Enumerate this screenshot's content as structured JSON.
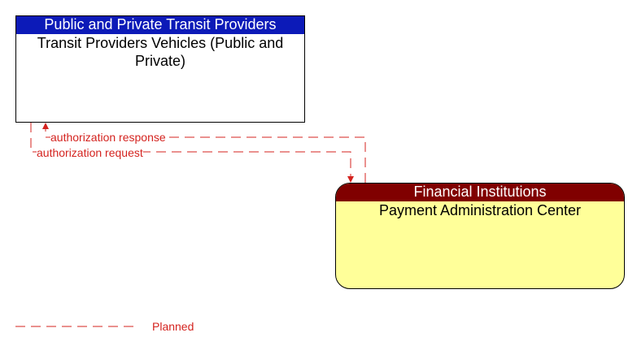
{
  "nodes": {
    "transit_vehicles": {
      "category": "Public and Private Transit Providers",
      "name": "Transit Providers Vehicles (Public and Private)",
      "header_color": "#0c1ab8"
    },
    "payment_center": {
      "category": "Financial Institutions",
      "name": "Payment Administration Center",
      "header_color": "#800000",
      "fill_color": "#ffff99"
    }
  },
  "flows": [
    {
      "label": "authorization response",
      "from": "Payment Administration Center",
      "to": "Transit Providers Vehicles (Public and Private)",
      "status": "Planned"
    },
    {
      "label": "authorization request",
      "from": "Transit Providers Vehicles (Public and Private)",
      "to": "Payment Administration Center",
      "status": "Planned"
    }
  ],
  "legend": {
    "planned_label": "Planned",
    "line_color": "#d4231f"
  }
}
